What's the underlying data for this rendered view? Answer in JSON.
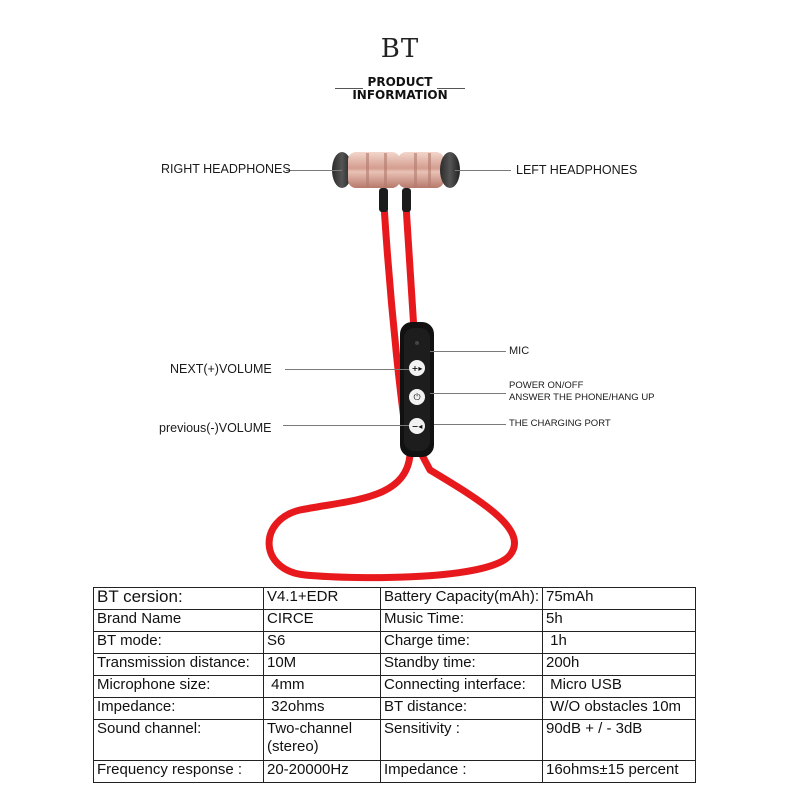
{
  "header": {
    "title": "BT",
    "subtitle_line1": "PRODUCT",
    "subtitle_line2": "INFORMATION"
  },
  "callouts": {
    "right_headphones": "RIGHT HEADPHONES",
    "left_headphones": "LEFT HEADPHONES",
    "mic": "MIC",
    "next_volume": "NEXT(+)VOLUME",
    "power_line1": "POWER ON/OFF",
    "power_line2": "ANSWER THE PHONE/HANG UP",
    "previous_volume": "previous(-)VOLUME",
    "charging_port": "THE CHARGING PORT"
  },
  "product": {
    "cable_color": "#e8191c",
    "earbud_color": "#d9a89c",
    "remote_color": "#111111",
    "button_labels": [
      "+▸▏",
      "⏻",
      "−◂▏"
    ]
  },
  "specs": [
    {
      "label1": "BT cersion:",
      "value1": "V4.1+EDR",
      "label2": "Battery Capacity(mAh):",
      "value2": "75mAh"
    },
    {
      "label1": "Brand Name",
      "value1": "CIRCE",
      "label2": "Music Time:",
      "value2": "5h"
    },
    {
      "label1": "BT mode:",
      "value1": "S6",
      "label2": "Charge time:",
      "value2": " 1h"
    },
    {
      "label1": "Transmission distance:",
      "value1": "10M",
      "label2": "Standby time:",
      "value2": "200h"
    },
    {
      "label1": "Microphone size:",
      "value1": " 4mm",
      "label2": "Connecting interface:",
      "value2": " Micro USB"
    },
    {
      "label1": "Impedance:",
      "value1": " 32ohms",
      "label2": "BT distance:",
      "value2": " W/O obstacles 10m"
    },
    {
      "label1": "Sound channel:",
      "value1": "Two-channel (stereo)",
      "label2": "Sensitivity :",
      "value2": "90dB + / - 3dB"
    },
    {
      "label1": "Frequency response :",
      "value1": "20-20000Hz",
      "label2": "Impedance :",
      "value2": "16ohms±15 percent"
    }
  ]
}
